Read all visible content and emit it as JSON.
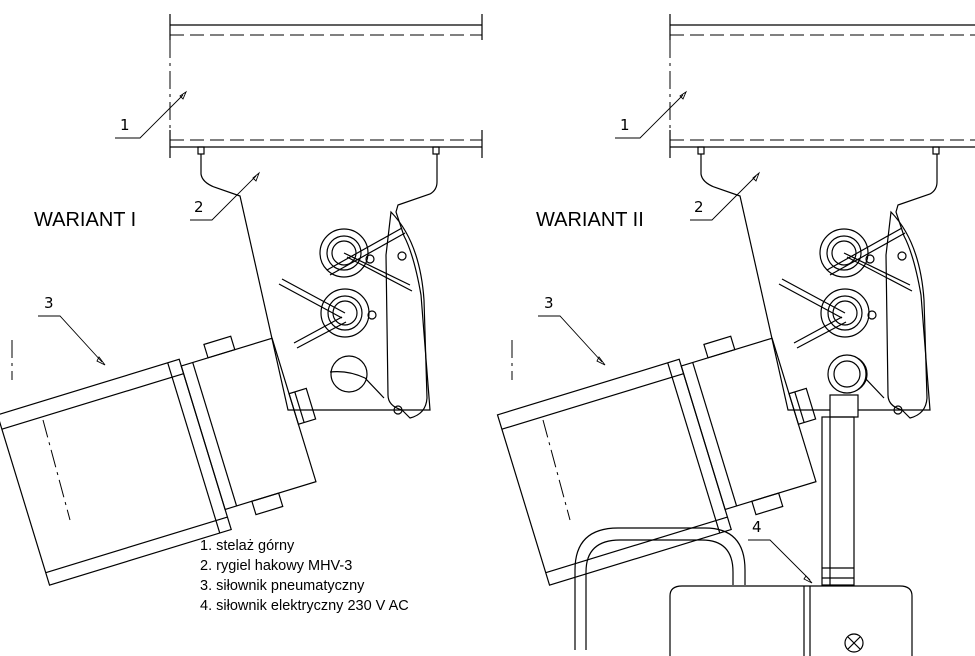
{
  "variants": [
    {
      "label": "WARIANT I"
    },
    {
      "label": "WARIANT II"
    }
  ],
  "callouts": [
    "1",
    "2",
    "3",
    "4"
  ],
  "legend": {
    "items": [
      "1. stelaż górny",
      "2. rygiel hakowy MHV-3",
      "3. siłownik pneumatyczny",
      "4. siłownik elektryczny 230 V AC"
    ]
  }
}
